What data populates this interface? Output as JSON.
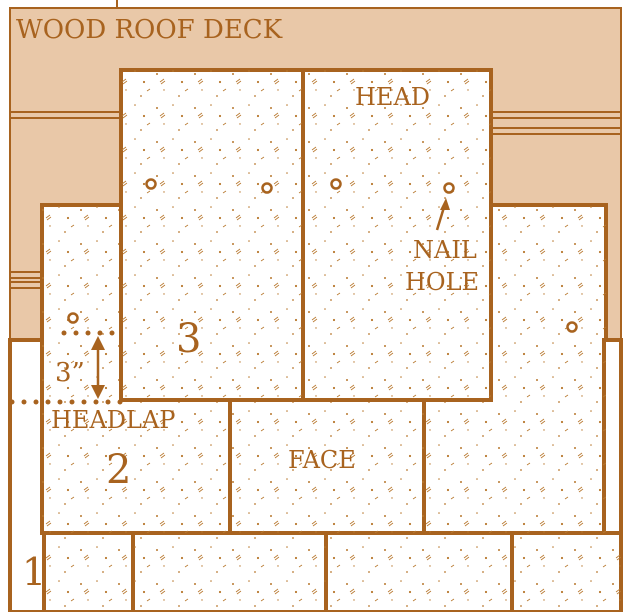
{
  "colors": {
    "deck": "#e9c8a8",
    "ink": "#a8631f",
    "slate": "#ffffff",
    "speckle": "#b8782f"
  },
  "labels": {
    "deck": "WOOD ROOF DECK",
    "head": "HEAD",
    "nail_hole_line1": "NAIL",
    "nail_hole_line2": "HOLE",
    "three": "3",
    "two": "2",
    "one": "1",
    "three_inch": "3”",
    "headlap": "HEADLAP",
    "face": "FACE"
  }
}
